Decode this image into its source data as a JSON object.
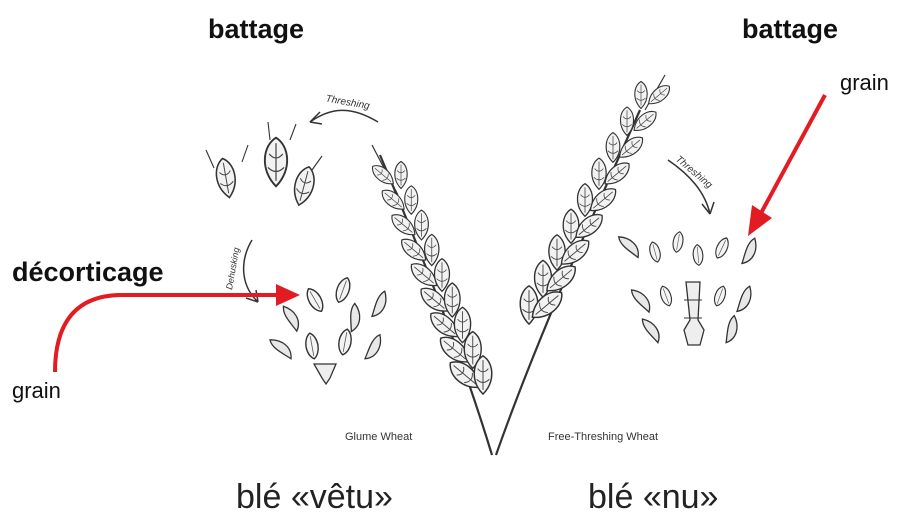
{
  "labels": {
    "battage_left": "battage",
    "battage_right": "battage",
    "decorticage": "décorticage",
    "grain_left": "grain",
    "grain_right": "grain",
    "ble_vetu": "blé «vêtu»",
    "ble_nu": "blé «nu»"
  },
  "figure": {
    "threshing_left": "Threshing",
    "dehusking": "Dehusking",
    "threshing_right": "Threshing",
    "glume_wheat": "Glume Wheat",
    "free_threshing_wheat": "Free-Threshing Wheat"
  },
  "colors": {
    "arrow": "#e31b23",
    "ink": "#333333"
  }
}
